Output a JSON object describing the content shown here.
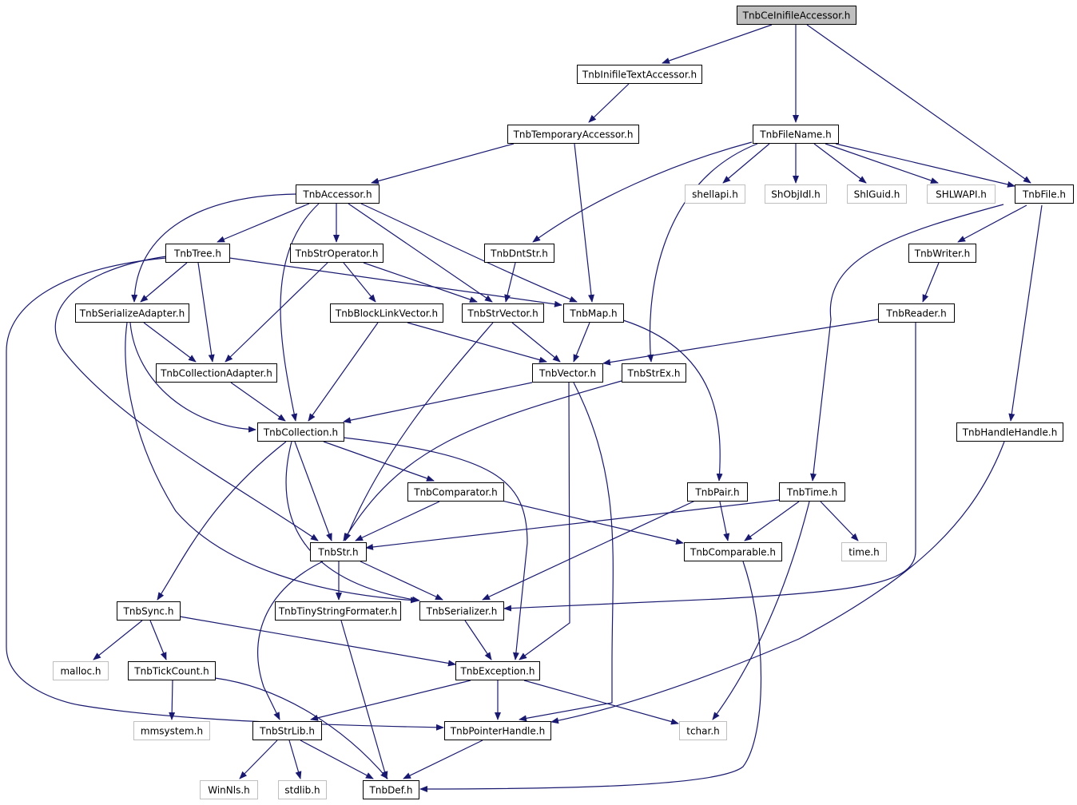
{
  "graph": {
    "edge_color": "#191970",
    "root_fill": "#bfbfbf",
    "external_border": "#bfbfbf",
    "nodes": [
      {
        "id": "root",
        "label": "TnbCeInifileAccessor.h",
        "kind": "root"
      },
      {
        "id": "textacc",
        "label": "TnbInifileTextAccessor.h",
        "kind": "std"
      },
      {
        "id": "tempacc",
        "label": "TnbTemporaryAccessor.h",
        "kind": "std"
      },
      {
        "id": "filename",
        "label": "TnbFileName.h",
        "kind": "std"
      },
      {
        "id": "accessor",
        "label": "TnbAccessor.h",
        "kind": "std"
      },
      {
        "id": "shellapi",
        "label": "shellapi.h",
        "kind": "ext"
      },
      {
        "id": "shobjidl",
        "label": "ShObjIdl.h",
        "kind": "ext"
      },
      {
        "id": "shlguid",
        "label": "ShlGuid.h",
        "kind": "ext"
      },
      {
        "id": "shlwapi",
        "label": "SHLWAPI.h",
        "kind": "ext"
      },
      {
        "id": "file",
        "label": "TnbFile.h",
        "kind": "std"
      },
      {
        "id": "tree",
        "label": "TnbTree.h",
        "kind": "std"
      },
      {
        "id": "stroperator",
        "label": "TnbStrOperator.h",
        "kind": "std"
      },
      {
        "id": "dntstr",
        "label": "TnbDntStr.h",
        "kind": "std"
      },
      {
        "id": "writer",
        "label": "TnbWriter.h",
        "kind": "std"
      },
      {
        "id": "serializeadapter",
        "label": "TnbSerializeAdapter.h",
        "kind": "std"
      },
      {
        "id": "blocklink",
        "label": "TnbBlockLinkVector.h",
        "kind": "std"
      },
      {
        "id": "strvector",
        "label": "TnbStrVector.h",
        "kind": "std"
      },
      {
        "id": "map",
        "label": "TnbMap.h",
        "kind": "std"
      },
      {
        "id": "reader",
        "label": "TnbReader.h",
        "kind": "std"
      },
      {
        "id": "collectionadapter",
        "label": "TnbCollectionAdapter.h",
        "kind": "std"
      },
      {
        "id": "vector",
        "label": "TnbVector.h",
        "kind": "std"
      },
      {
        "id": "strex",
        "label": "TnbStrEx.h",
        "kind": "std"
      },
      {
        "id": "collection",
        "label": "TnbCollection.h",
        "kind": "std"
      },
      {
        "id": "handlehandle",
        "label": "TnbHandleHandle.h",
        "kind": "std"
      },
      {
        "id": "comparator",
        "label": "TnbComparator.h",
        "kind": "std"
      },
      {
        "id": "pair",
        "label": "TnbPair.h",
        "kind": "std"
      },
      {
        "id": "time",
        "label": "TnbTime.h",
        "kind": "std"
      },
      {
        "id": "str",
        "label": "TnbStr.h",
        "kind": "std"
      },
      {
        "id": "comparable",
        "label": "TnbComparable.h",
        "kind": "std"
      },
      {
        "id": "timeh",
        "label": "time.h",
        "kind": "ext"
      },
      {
        "id": "sync",
        "label": "TnbSync.h",
        "kind": "std"
      },
      {
        "id": "tinystring",
        "label": "TnbTinyStringFormater.h",
        "kind": "std"
      },
      {
        "id": "serializer",
        "label": "TnbSerializer.h",
        "kind": "std"
      },
      {
        "id": "malloc",
        "label": "malloc.h",
        "kind": "ext"
      },
      {
        "id": "tickcount",
        "label": "TnbTickCount.h",
        "kind": "std"
      },
      {
        "id": "exception",
        "label": "TnbException.h",
        "kind": "std"
      },
      {
        "id": "mmsystem",
        "label": "mmsystem.h",
        "kind": "ext"
      },
      {
        "id": "strlib",
        "label": "TnbStrLib.h",
        "kind": "std"
      },
      {
        "id": "pointerhandle",
        "label": "TnbPointerHandle.h",
        "kind": "std"
      },
      {
        "id": "tchar",
        "label": "tchar.h",
        "kind": "ext"
      },
      {
        "id": "winnls",
        "label": "WinNls.h",
        "kind": "ext"
      },
      {
        "id": "stdlib",
        "label": "stdlib.h",
        "kind": "ext"
      },
      {
        "id": "def",
        "label": "TnbDef.h",
        "kind": "std"
      }
    ]
  }
}
